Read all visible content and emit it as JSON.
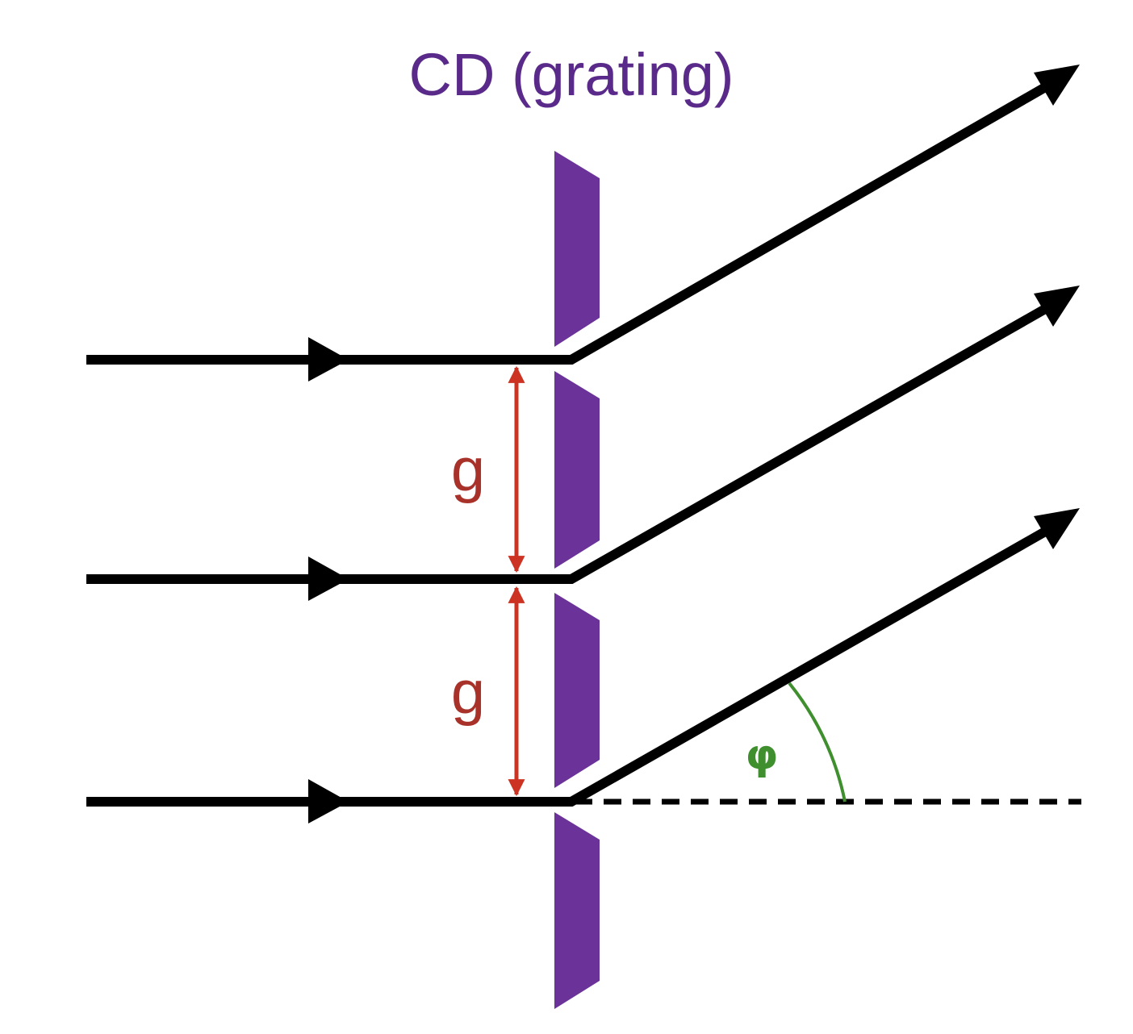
{
  "title": "CD (grating)",
  "spacing_labels": [
    "g",
    "g"
  ],
  "angle_label": "φ",
  "colors": {
    "title": "#5a2a8a",
    "grating": "#6b3399",
    "spacing_arrow": "#cc3322",
    "spacing_label": "#a8322a",
    "angle": "#3f8f2f",
    "rays": "#000000",
    "background": "#ffffff"
  },
  "icons": {
    "ray_arrowhead": "triangle-arrowhead",
    "spacing_arrow": "double-headed-arrow"
  }
}
